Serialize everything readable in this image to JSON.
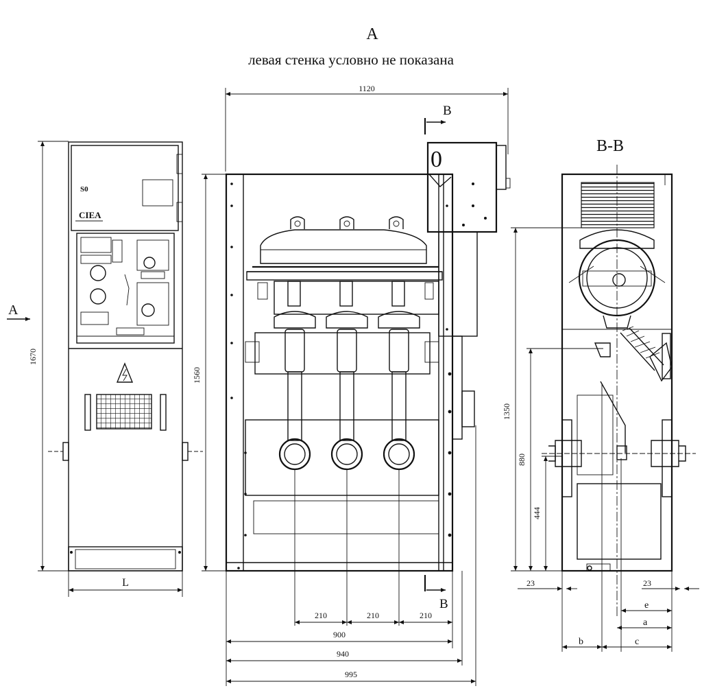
{
  "title": "А",
  "subtitle": "левая стенка условно не показана",
  "section_title": "B-B",
  "view_arrow_label": "А",
  "section_mark_top": "B",
  "section_mark_bottom": "B",
  "door_indicator": "0",
  "panel_marks": {
    "mark1": "S0",
    "brand": "CIEA"
  },
  "dimensions": {
    "total_height": "1670",
    "cabinet_width": "L",
    "overall_width_top": "1120",
    "frame_height": "1560",
    "pitch1": "210",
    "pitch2": "210",
    "pitch3": "210",
    "width_900": "900",
    "width_940": "940",
    "width_995": "995",
    "section_height": "1350",
    "height_880": "880",
    "height_444": "444",
    "left_offset": "23",
    "right_offset": "23",
    "e_label": "e",
    "a_label": "a",
    "b_label": "b",
    "c_label": "c"
  }
}
